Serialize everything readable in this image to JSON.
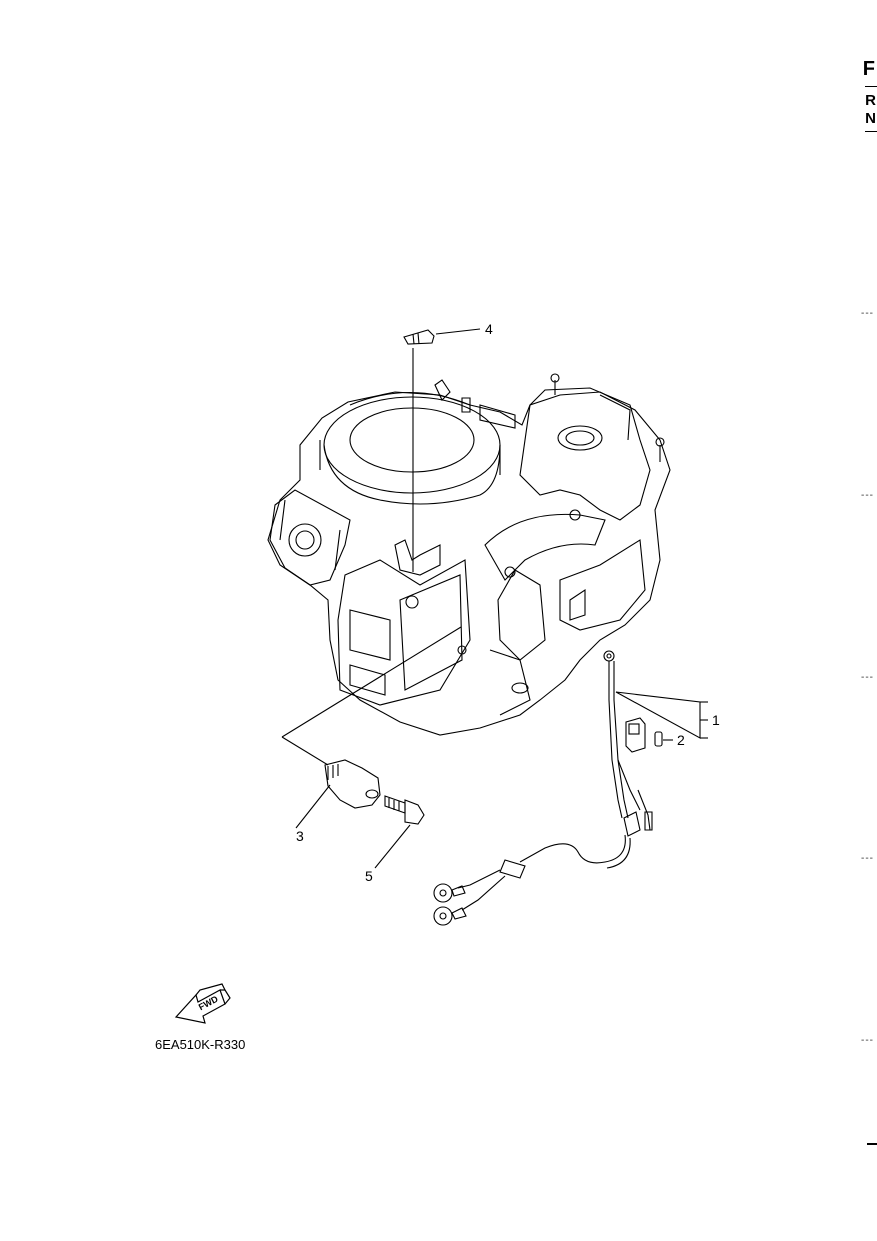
{
  "diagram": {
    "drawing_code": "6EA510K-R330",
    "fwd_label": "FWD",
    "callouts": [
      {
        "id": "1",
        "text": "1"
      },
      {
        "id": "2",
        "text": "2"
      },
      {
        "id": "3",
        "text": "3"
      },
      {
        "id": "4",
        "text": "4"
      },
      {
        "id": "5",
        "text": "5"
      }
    ]
  },
  "right_edge": {
    "letters": [
      "F",
      "R",
      "N"
    ],
    "ticks": [
      "---",
      "---",
      "---",
      "---",
      "---",
      "---"
    ]
  },
  "colors": {
    "ink": "#000000",
    "paper": "#ffffff"
  }
}
